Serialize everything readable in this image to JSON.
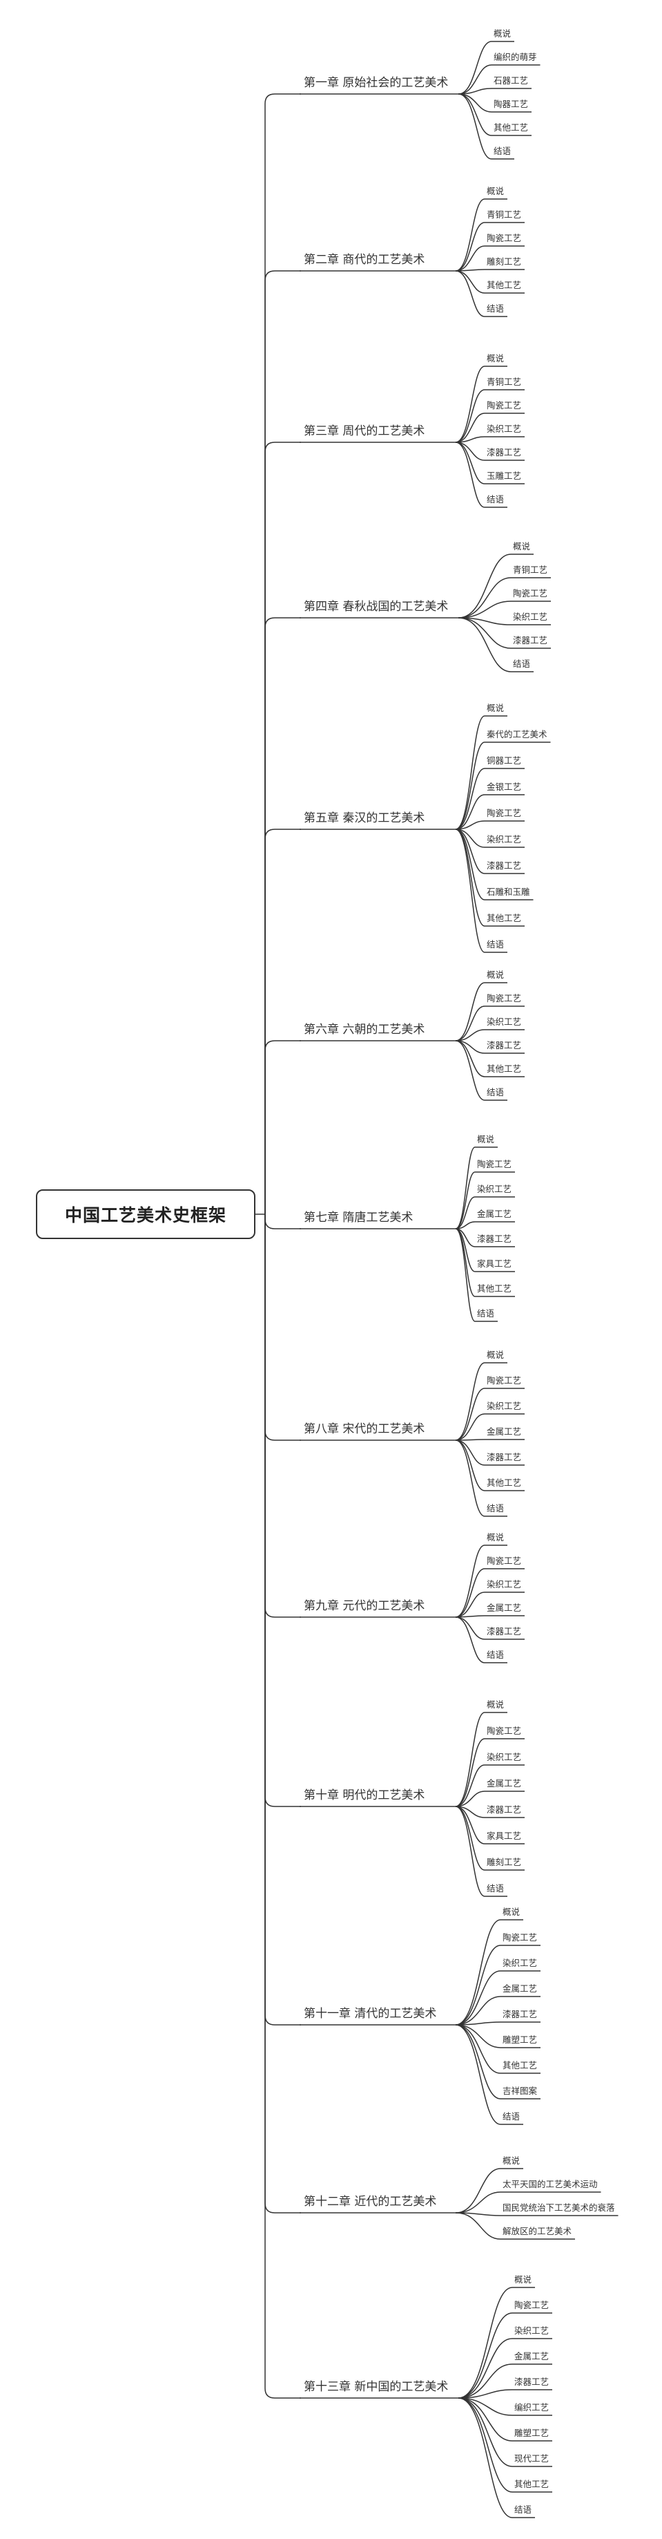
{
  "title": "中国工艺美术史框架",
  "chapters": [
    {
      "title": "第一章 原始社会的工艺美术",
      "items": [
        "概说",
        "编织的萌芽",
        "石器工艺",
        "陶器工艺",
        "其他工艺",
        "结语"
      ]
    },
    {
      "title": "第二章 商代的工艺美术",
      "items": [
        "概说",
        "青铜工艺",
        "陶瓷工艺",
        "雕刻工艺",
        "其他工艺",
        "结语"
      ]
    },
    {
      "title": "第三章 周代的工艺美术",
      "items": [
        "概说",
        "青铜工艺",
        "陶瓷工艺",
        "染织工艺",
        "漆器工艺",
        "玉雕工艺",
        "结语"
      ]
    },
    {
      "title": "第四章 春秋战国的工艺美术",
      "items": [
        "概说",
        "青铜工艺",
        "陶瓷工艺",
        "染织工艺",
        "漆器工艺",
        "结语"
      ]
    },
    {
      "title": "第五章 秦汉的工艺美术",
      "items": [
        "概说",
        "秦代的工艺美术",
        "铜器工艺",
        "金银工艺",
        "陶瓷工艺",
        "染织工艺",
        "漆器工艺",
        "石雕和玉雕",
        "其他工艺",
        "结语"
      ]
    },
    {
      "title": "第六章 六朝的工艺美术",
      "items": [
        "概说",
        "陶瓷工艺",
        "染织工艺",
        "漆器工艺",
        "其他工艺",
        "结语"
      ]
    },
    {
      "title": "第七章 隋唐工艺美术",
      "items": [
        "概说",
        "陶瓷工艺",
        "染织工艺",
        "金属工艺",
        "漆器工艺",
        "家具工艺",
        "其他工艺",
        "结语"
      ]
    },
    {
      "title": "第八章 宋代的工艺美术",
      "items": [
        "概说",
        "陶瓷工艺",
        "染织工艺",
        "金属工艺",
        "漆器工艺",
        "其他工艺",
        "结语"
      ]
    },
    {
      "title": "第九章 元代的工艺美术",
      "items": [
        "概说",
        "陶瓷工艺",
        "染织工艺",
        "金属工艺",
        "漆器工艺",
        "结语"
      ]
    },
    {
      "title": "第十章 明代的工艺美术",
      "items": [
        "概说",
        "陶瓷工艺",
        "染织工艺",
        "金属工艺",
        "漆器工艺",
        "家具工艺",
        "雕刻工艺",
        "结语"
      ]
    },
    {
      "title": "第十一章 清代的工艺美术",
      "items": [
        "概说",
        "陶瓷工艺",
        "染织工艺",
        "金属工艺",
        "漆器工艺",
        "雕塑工艺",
        "其他工艺",
        "吉祥图案",
        "结语"
      ]
    },
    {
      "title": "第十二章 近代的工艺美术",
      "items": [
        "概说",
        "太平天国的工艺美术运动",
        "国民党统治下工艺美术的衰落",
        "解放区的工艺美术"
      ]
    },
    {
      "title": "第十三章 新中国的工艺美术",
      "items": [
        "概说",
        "陶瓷工艺",
        "染织工艺",
        "金属工艺",
        "漆器工艺",
        "编织工艺",
        "雕塑工艺",
        "现代工艺",
        "其他工艺",
        "结语"
      ]
    }
  ]
}
